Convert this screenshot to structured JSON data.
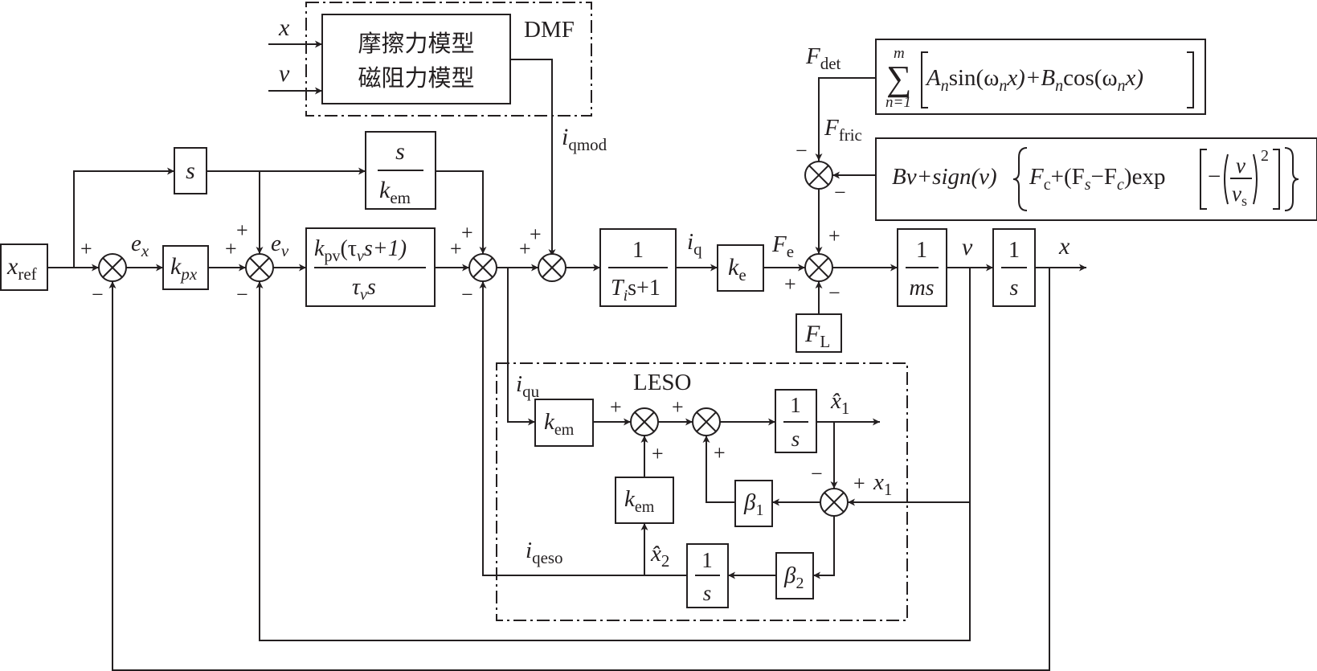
{
  "dmf": {
    "label": "DMF",
    "box_line1": "摩擦力模型",
    "box_line2": "磁阻力模型",
    "input_x": "x",
    "input_v": "v"
  },
  "signals": {
    "x_ref": "x",
    "x_ref_sub": "ref",
    "e_x": "e",
    "e_x_sub": "x",
    "e_v": "e",
    "e_v_sub": "v",
    "i_qmod": "i",
    "i_qmod_sub": "qmod",
    "i_q": "i",
    "i_q_sub": "q",
    "F_e": "F",
    "F_e_sub": "e",
    "F_det": "F",
    "F_det_sub": "det",
    "F_fric": "F",
    "F_fric_sub": "fric",
    "F_L": "F",
    "F_L_sub": "L",
    "v_out": "v",
    "x_out": "x",
    "i_qu": "i",
    "i_qu_sub": "qu",
    "i_qeso": "i",
    "i_qeso_sub": "qeso",
    "x1_hat": "x̂",
    "x1_hat_sub": "1",
    "x2_hat": "x̂",
    "x2_hat_sub": "2",
    "x1": "x",
    "x1_sub": "1"
  },
  "blocks": {
    "s_diff": "s",
    "ff_num": "s",
    "ff_den": "k",
    "ff_den_sub": "em",
    "kpx": "k",
    "kpx_sub": "px",
    "pi_num_a": "k",
    "pi_num_sub": "pv",
    "pi_num_b": "(τ",
    "pi_num_sub2": "v",
    "pi_num_c": "s+1)",
    "pi_den_a": "τ",
    "pi_den_sub": "v",
    "pi_den_b": "s",
    "cur_num": "1",
    "cur_den_a": "T",
    "cur_den_sub": "i",
    "cur_den_b": "s+1",
    "ke": "k",
    "ke_sub": "e",
    "ms_num": "1",
    "ms_den": "ms",
    "int_num": "1",
    "int_den": "s",
    "kem1": "k",
    "kem1_sub": "em",
    "kem2": "k",
    "kem2_sub": "em",
    "leso_int1_num": "1",
    "leso_int1_den": "s",
    "leso_int2_num": "1",
    "leso_int2_den": "s",
    "beta1": "β",
    "beta1_sub": "1",
    "beta2": "β",
    "beta2_sub": "2"
  },
  "leso": {
    "label": "LESO"
  },
  "formulas": {
    "det_sum": "∑",
    "det_top": "m",
    "det_bottom": "n=1",
    "det_body_a": "A",
    "det_body_a_sub": "n",
    "det_body_b": "sin(ω",
    "det_body_b_sub": "n",
    "det_body_c": "x)+B",
    "det_body_c_sub": "n",
    "det_body_d": "cos(ω",
    "det_body_d_sub": "n",
    "det_body_e": "x)",
    "fric_a": "Bv+sign(v)",
    "fric_b": "F",
    "fric_b_sub": "c",
    "fric_c": "+(F",
    "fric_c_sub": "s",
    "fric_d": "−F",
    "fric_d_sub": "c",
    "fric_e": ")exp",
    "fric_minus": "−",
    "fric_frac_num": "v",
    "fric_frac_den": "v",
    "fric_frac_den_sub": "s",
    "fric_exp": "2"
  },
  "signs": {
    "plus": "+",
    "minus": "−"
  }
}
